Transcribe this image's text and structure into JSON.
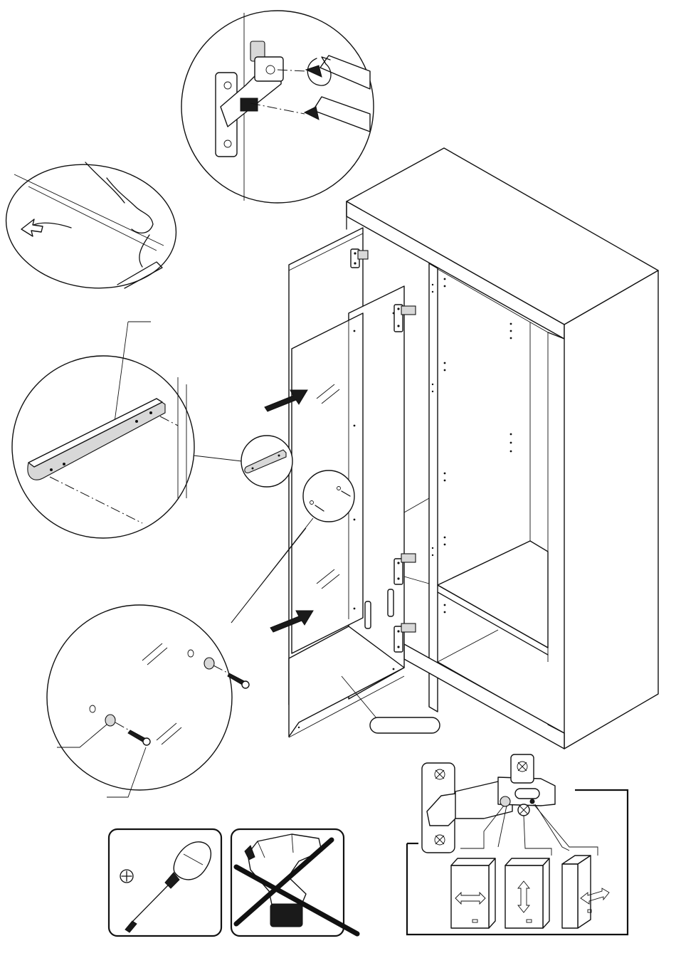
{
  "figure": {
    "part_label_empty": "",
    "tools": {
      "allowed": "screwdriver-icon",
      "forbidden": "power-drill-icon",
      "screw_head": "phillips-cross"
    },
    "hinge_adjustments": [
      "horizontal",
      "vertical",
      "depth"
    ]
  },
  "colors": {
    "line": "#111111",
    "fill": "#ffffff",
    "shade": "#d8d8d8"
  }
}
